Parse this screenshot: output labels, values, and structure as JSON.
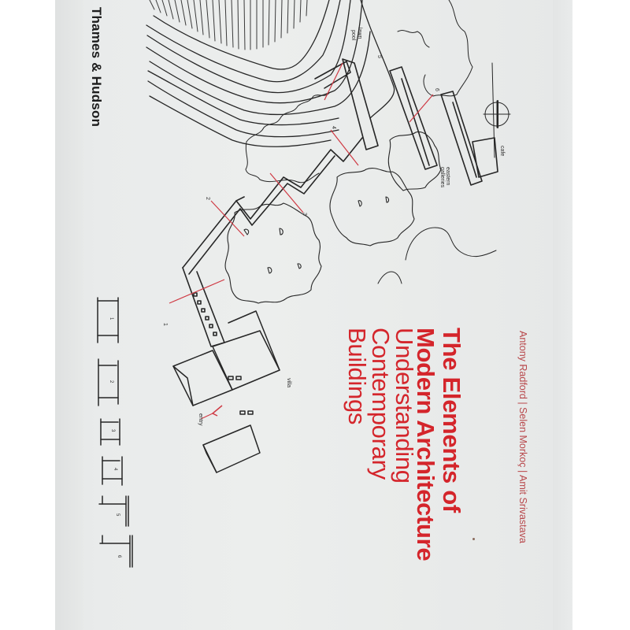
{
  "cover": {
    "publisher": "Thames & Hudson",
    "title_lines": [
      "The Elements of",
      "Modern Architecture"
    ],
    "subtitle_lines": [
      "Understanding",
      "Contemporary",
      "Buildings"
    ],
    "authors": "Antony Radford  |  Selen Morkoç  |  Amit Srivastava",
    "colors": {
      "title": "#d4252b",
      "authors": "#b8474a",
      "background": "#eceeed",
      "ink": "#1e1e1e",
      "section_lines": "#cf3a44"
    }
  },
  "drawing": {
    "labels": {
      "villa": "villa",
      "entry": "entry",
      "cafe": "cafe",
      "eastern_galleries": "eastern galleries",
      "lawn_pool": "lawn pool"
    },
    "section_numbers": [
      "1",
      "2",
      "3",
      "4",
      "5",
      "6"
    ],
    "section_diagrams": [
      {
        "label": "1"
      },
      {
        "label": "2"
      },
      {
        "label": "3"
      },
      {
        "label": "4"
      },
      {
        "label": "5"
      },
      {
        "label": "6"
      }
    ]
  }
}
